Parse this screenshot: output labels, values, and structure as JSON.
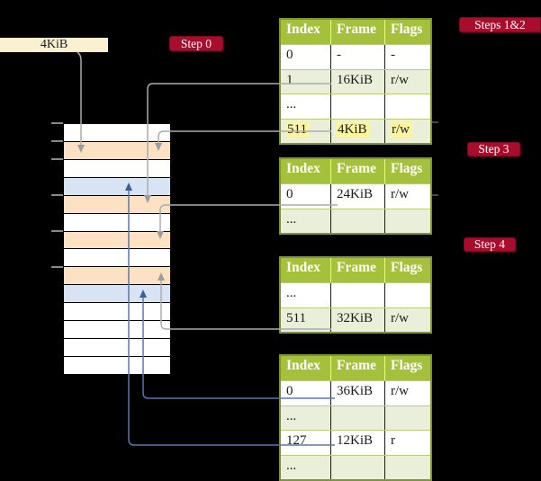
{
  "kib_label": "4KiB",
  "badges": {
    "step0": {
      "label": "Step 0"
    },
    "steps12": {
      "label": "Steps 1&2"
    },
    "step3": {
      "label": "Step 3"
    },
    "step4": {
      "label": "Step 4"
    }
  },
  "memory": {
    "rows": [
      {
        "color": "white"
      },
      {
        "color": "orange"
      },
      {
        "color": "white"
      },
      {
        "color": "blue"
      },
      {
        "color": "orange"
      },
      {
        "color": "white"
      },
      {
        "color": "orange"
      },
      {
        "color": "white"
      },
      {
        "color": "orange"
      },
      {
        "color": "blue"
      },
      {
        "color": "white"
      },
      {
        "color": "white"
      },
      {
        "color": "white"
      },
      {
        "color": "white"
      }
    ]
  },
  "tables": [
    {
      "headers": [
        "Index",
        "Frame",
        "Flags"
      ],
      "rows": [
        {
          "cells": [
            "0",
            "-",
            "-"
          ],
          "shade": "white",
          "highlight": false
        },
        {
          "cells": [
            "1",
            "16KiB",
            "r/w"
          ],
          "shade": "green",
          "highlight": false
        },
        {
          "cells": [
            "...",
            "",
            ""
          ],
          "shade": "white",
          "highlight": false
        },
        {
          "cells": [
            "511",
            "4KiB",
            "r/w"
          ],
          "shade": "green",
          "highlight": true
        }
      ]
    },
    {
      "headers": [
        "Index",
        "Frame",
        "Flags"
      ],
      "rows": [
        {
          "cells": [
            "0",
            "24KiB",
            "r/w"
          ],
          "shade": "white",
          "highlight": false
        },
        {
          "cells": [
            "...",
            "",
            ""
          ],
          "shade": "green",
          "highlight": false
        }
      ]
    },
    {
      "headers": [
        "Index",
        "Frame",
        "Flags"
      ],
      "rows": [
        {
          "cells": [
            "...",
            "",
            ""
          ],
          "shade": "white",
          "highlight": false
        },
        {
          "cells": [
            "511",
            "32KiB",
            "r/w"
          ],
          "shade": "green",
          "highlight": false
        }
      ]
    },
    {
      "headers": [
        "Index",
        "Frame",
        "Flags"
      ],
      "rows": [
        {
          "cells": [
            "0",
            "36KiB",
            "r/w"
          ],
          "shade": "white",
          "highlight": false
        },
        {
          "cells": [
            "...",
            "",
            ""
          ],
          "shade": "green",
          "highlight": false
        },
        {
          "cells": [
            "127",
            "12KiB",
            "r"
          ],
          "shade": "white",
          "highlight": false
        },
        {
          "cells": [
            "...",
            "",
            ""
          ],
          "shade": "green",
          "highlight": false
        }
      ]
    }
  ],
  "colors": {
    "header_green": "#a5c13c",
    "row_green": "#e9efd8",
    "row_orange": "#fce1c3",
    "row_blue": "#d8e4f4",
    "highlight_yellow": "#fbf5a1",
    "badge_red": "#a80d2c",
    "label_cream": "#fbf1d0",
    "arrow_gray": "#acacac",
    "arrow_blue": "#5878ae"
  }
}
